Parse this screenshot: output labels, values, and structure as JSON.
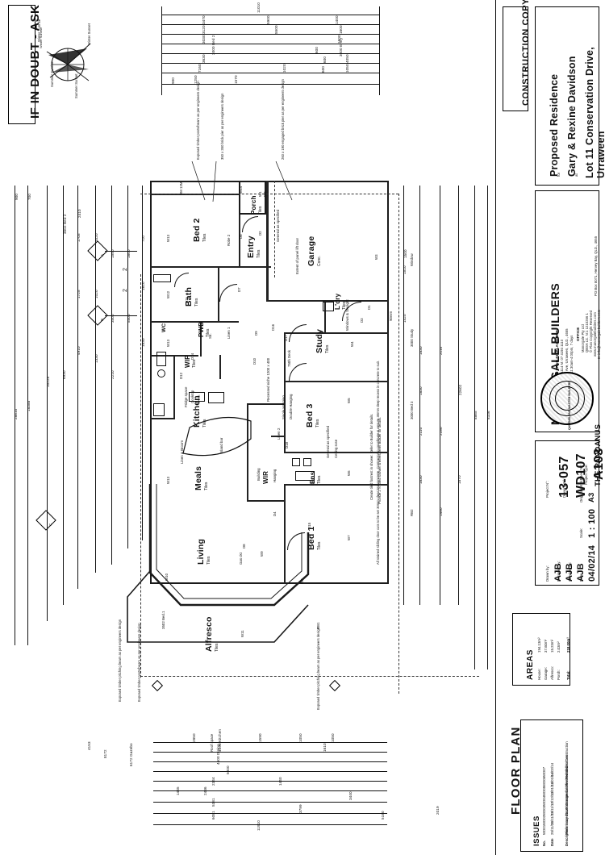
{
  "sheet": {
    "doubt_banner": "IF IN DOUBT - ASK",
    "sun_diagram": {
      "labels": [
        "Winter Sunrise",
        "Summer Sunrise",
        "Winter Sunset",
        "Summer Sunset"
      ],
      "name": "sun-path-diagram"
    },
    "construction_copy": "CONSTRUCTION COPY",
    "drawing_title": "FLOOR PLAN"
  },
  "project": {
    "description": "Proposed Residence",
    "for_label": "for",
    "client": "Gary & Rexine Davidson",
    "at_label": "at",
    "address_line1": "Lot 11 Conservation Drive,",
    "address_line2": "Urraween"
  },
  "builder": {
    "name": "MANORGALE BUILDERS",
    "display_home_title": "ABERDEEN LAND DISPLAY HOME",
    "phone": "Ph: 07 4194 1114  M: 07 4194 1110",
    "display_addr": "3 Beachwood Ave, Urraween, QLD., 4655",
    "display_hours": "Display Hours: 11:30am-4:00pm, 7 days",
    "office_title": "OFFICE",
    "office_company": "Manorgale Pty Ltd",
    "qbsa": "QBSA Lic. N:1 1210266 1",
    "copyright": "© Plan Copyright Reserved",
    "web": "www.manorgalebuilders.com",
    "email": "E: info@manorgalebuilders.com",
    "postal": "PO Box 8071, Hervey Bay, QLD., 4655",
    "stamp_text": "QUEENSLAND MASTER BUILDERS"
  },
  "details": {
    "rows": [
      {
        "label": "Drawn by:",
        "value": "AJB"
      },
      {
        "label": "Designed by:",
        "value": "AJB"
      },
      {
        "label": "Checked by:",
        "value": "AJB"
      },
      {
        "label": "Date:",
        "value": "04/02/14"
      },
      {
        "label": "Scale:",
        "value": "1 : 100"
      },
      {
        "label": "Orig. Sheet Size:",
        "value": "A3"
      },
      {
        "label": "Project Type:",
        "value": "THE PANDANUS"
      }
    ],
    "ids": [
      {
        "label": "Project N°:",
        "value": "13-057"
      },
      {
        "label": "Drawing N°:",
        "value": "WD107"
      },
      {
        "label": "Sheet N°:",
        "value": "A103"
      }
    ]
  },
  "areas": {
    "title": "AREAS",
    "rows": [
      {
        "label": "House:",
        "value": "194.13m²"
      },
      {
        "label": "Garage:",
        "value": "37.60m²"
      },
      {
        "label": "Alfresco:",
        "value": "15.23m²"
      },
      {
        "label": "Porch:",
        "value": "2.03m²"
      }
    ],
    "total_label": "Total:",
    "total_value": "218.00m²"
  },
  "issues": {
    "title": "ISSUES",
    "columns": [
      "No.",
      "Date",
      "Description"
    ],
    "rows": [
      {
        "no": "WD01",
        "date": "25/11/13",
        "desc": "Preliminary Issue"
      },
      {
        "no": "WD02",
        "date": "26/11/13",
        "desc": "Issued to Contract"
      },
      {
        "no": "WD03",
        "date": "28/11/13",
        "desc": "Gazebo moved"
      },
      {
        "no": "WD04",
        "date": "17/12/13",
        "desc": "Garage slab re-set"
      },
      {
        "no": "WD05",
        "date": "13/01/14",
        "desc": "Issued for Permit windows"
      },
      {
        "no": "WD06",
        "date": "23/01/14",
        "desc": "Revised Slab"
      },
      {
        "no": "WD07",
        "date": "04/02/14",
        "desc": "Issued to Construction"
      }
    ]
  },
  "plan": {
    "rooms": [
      {
        "name": "Bed 2",
        "finish": "Tiles"
      },
      {
        "name": "Porch",
        "finish": "Tiles"
      },
      {
        "name": "Entry",
        "finish": "Tiles"
      },
      {
        "name": "Garage",
        "finish": "Conc."
      },
      {
        "name": "Bath",
        "finish": "Tiles"
      },
      {
        "name": "WC",
        "finish": "Tiles"
      },
      {
        "name": "PWD",
        "finish": "Tiles"
      },
      {
        "name": "L'dry",
        "finish": "Tiles"
      },
      {
        "name": "Study",
        "finish": "Tiles"
      },
      {
        "name": "WIP",
        "finish": "Tiles"
      },
      {
        "name": "Kitchen",
        "finish": "Tiles"
      },
      {
        "name": "Meals",
        "finish": "Tiles"
      },
      {
        "name": "Bed 3",
        "finish": "Tiles"
      },
      {
        "name": "WIR",
        "finish": "Tiles"
      },
      {
        "name": "Ens",
        "finish": "Tiles"
      },
      {
        "name": "Bed 1",
        "finish": "Tiles"
      },
      {
        "name": "Living",
        "finish": "Tiles"
      },
      {
        "name": "Alfresco",
        "finish": "Tiles"
      }
    ],
    "small_labels": [
      "Robe 2",
      "Str.",
      "Linen 1",
      "Linen 2",
      "Robe 1",
      "Linen & Broom",
      "Hanging",
      "Building",
      "Single Hanging",
      "Double Hanging",
      "Fridge space",
      "Island bar",
      "Gas ckt",
      "Roof space",
      "Cooktop",
      "Oven",
      "Ceiling rose",
      "General as specified",
      "Extent of panel lift door",
      "750h Deck",
      "Recessed niche 1200 x 400"
    ],
    "annotations": [
      "Exposed timber posts/beam as per engineers design",
      "350 x 350 brick pier as per engineers design",
      "260 x 190 engaged brick pier as per engineers design",
      "Create tiled footrest in shower. Refer to Builder for details.",
      "Provide 2 N° tiled shower shelves, refer Builder for details.",
      "All stained sliding door cuts to be set 30mm clear into concrete. Contractor to coordinate & ensure 30mm deep recess in concrete to suit.",
      "Exposed timber pitching beam as per engineers design"
    ],
    "window_tags": [
      "W1",
      "W2",
      "W3",
      "W4",
      "W5",
      "W6",
      "W7",
      "W8",
      "W9",
      "W10",
      "W11",
      "W12",
      "W13",
      "W14"
    ],
    "door_tags": [
      "D1",
      "D2",
      "D3",
      "D4",
      "D5",
      "D6",
      "D7",
      "D8",
      "D9",
      "D10",
      "D11",
      "D12",
      "D13",
      "D14",
      "D15",
      "D16",
      "D17",
      "D18",
      "D19"
    ],
    "section_marks": [
      "A",
      "B",
      "C"
    ],
    "overall_dims_top": [
      "900",
      "1250",
      "1570",
      "900",
      "1250",
      "1570",
      "3470",
      "3120",
      "3030",
      "3630",
      "7160",
      "1020",
      "600",
      "1050",
      "1600",
      "1400",
      "1250",
      "4050",
      "1250",
      "600",
      "5900",
      "5500",
      "11010"
    ],
    "overall_dims_left": [
      "900",
      "700",
      "710",
      "1705",
      "1020",
      "1550",
      "1600",
      "1510",
      "1610",
      "1600",
      "1530",
      "900",
      "2410",
      "3502 Bed 2",
      "1725",
      "1600",
      "5400",
      "3400",
      "4910",
      "1330",
      "2210",
      "1830",
      "2110",
      "6930",
      "10225",
      "28810",
      "18388"
    ],
    "overall_dims_right": [
      "1510",
      "1420",
      "1830",
      "1830",
      "2110",
      "1830",
      "2110",
      "2150",
      "1450",
      "1870",
      "1970",
      "2500",
      "1500",
      "8865",
      "8336",
      "2662",
      "22602",
      "1565"
    ],
    "overall_dims_bottom": [
      "2850",
      "1590",
      "1050",
      "1050",
      "4090 Kitchen",
      "4600 Dining",
      "5000",
      "2344",
      "1440",
      "1445",
      "2436",
      "5381",
      "6081",
      "3799",
      "11910",
      "6172 Gazebo",
      "8172",
      "4153",
      "2019",
      "5160",
      "1610",
      "3440"
    ],
    "room_dims": [
      "1040 x 1040",
      "1480",
      "1000 x 1000",
      "600",
      "610",
      "612",
      "550",
      "550",
      "600",
      "600",
      "400",
      "155",
      "850",
      "900",
      "1020",
      "4020",
      "1200 x 400",
      "450 x 505",
      "1500",
      "90mm",
      "9020"
    ],
    "misc_tags": [
      "3000 Study",
      "3000 Bed 3",
      "3000 Bed 2",
      "3000 Entry",
      "3502 Bed.1",
      "RB1",
      "RB2",
      "DM 12M",
      "Windows & Skylight",
      "Window",
      "90mm"
    ]
  }
}
